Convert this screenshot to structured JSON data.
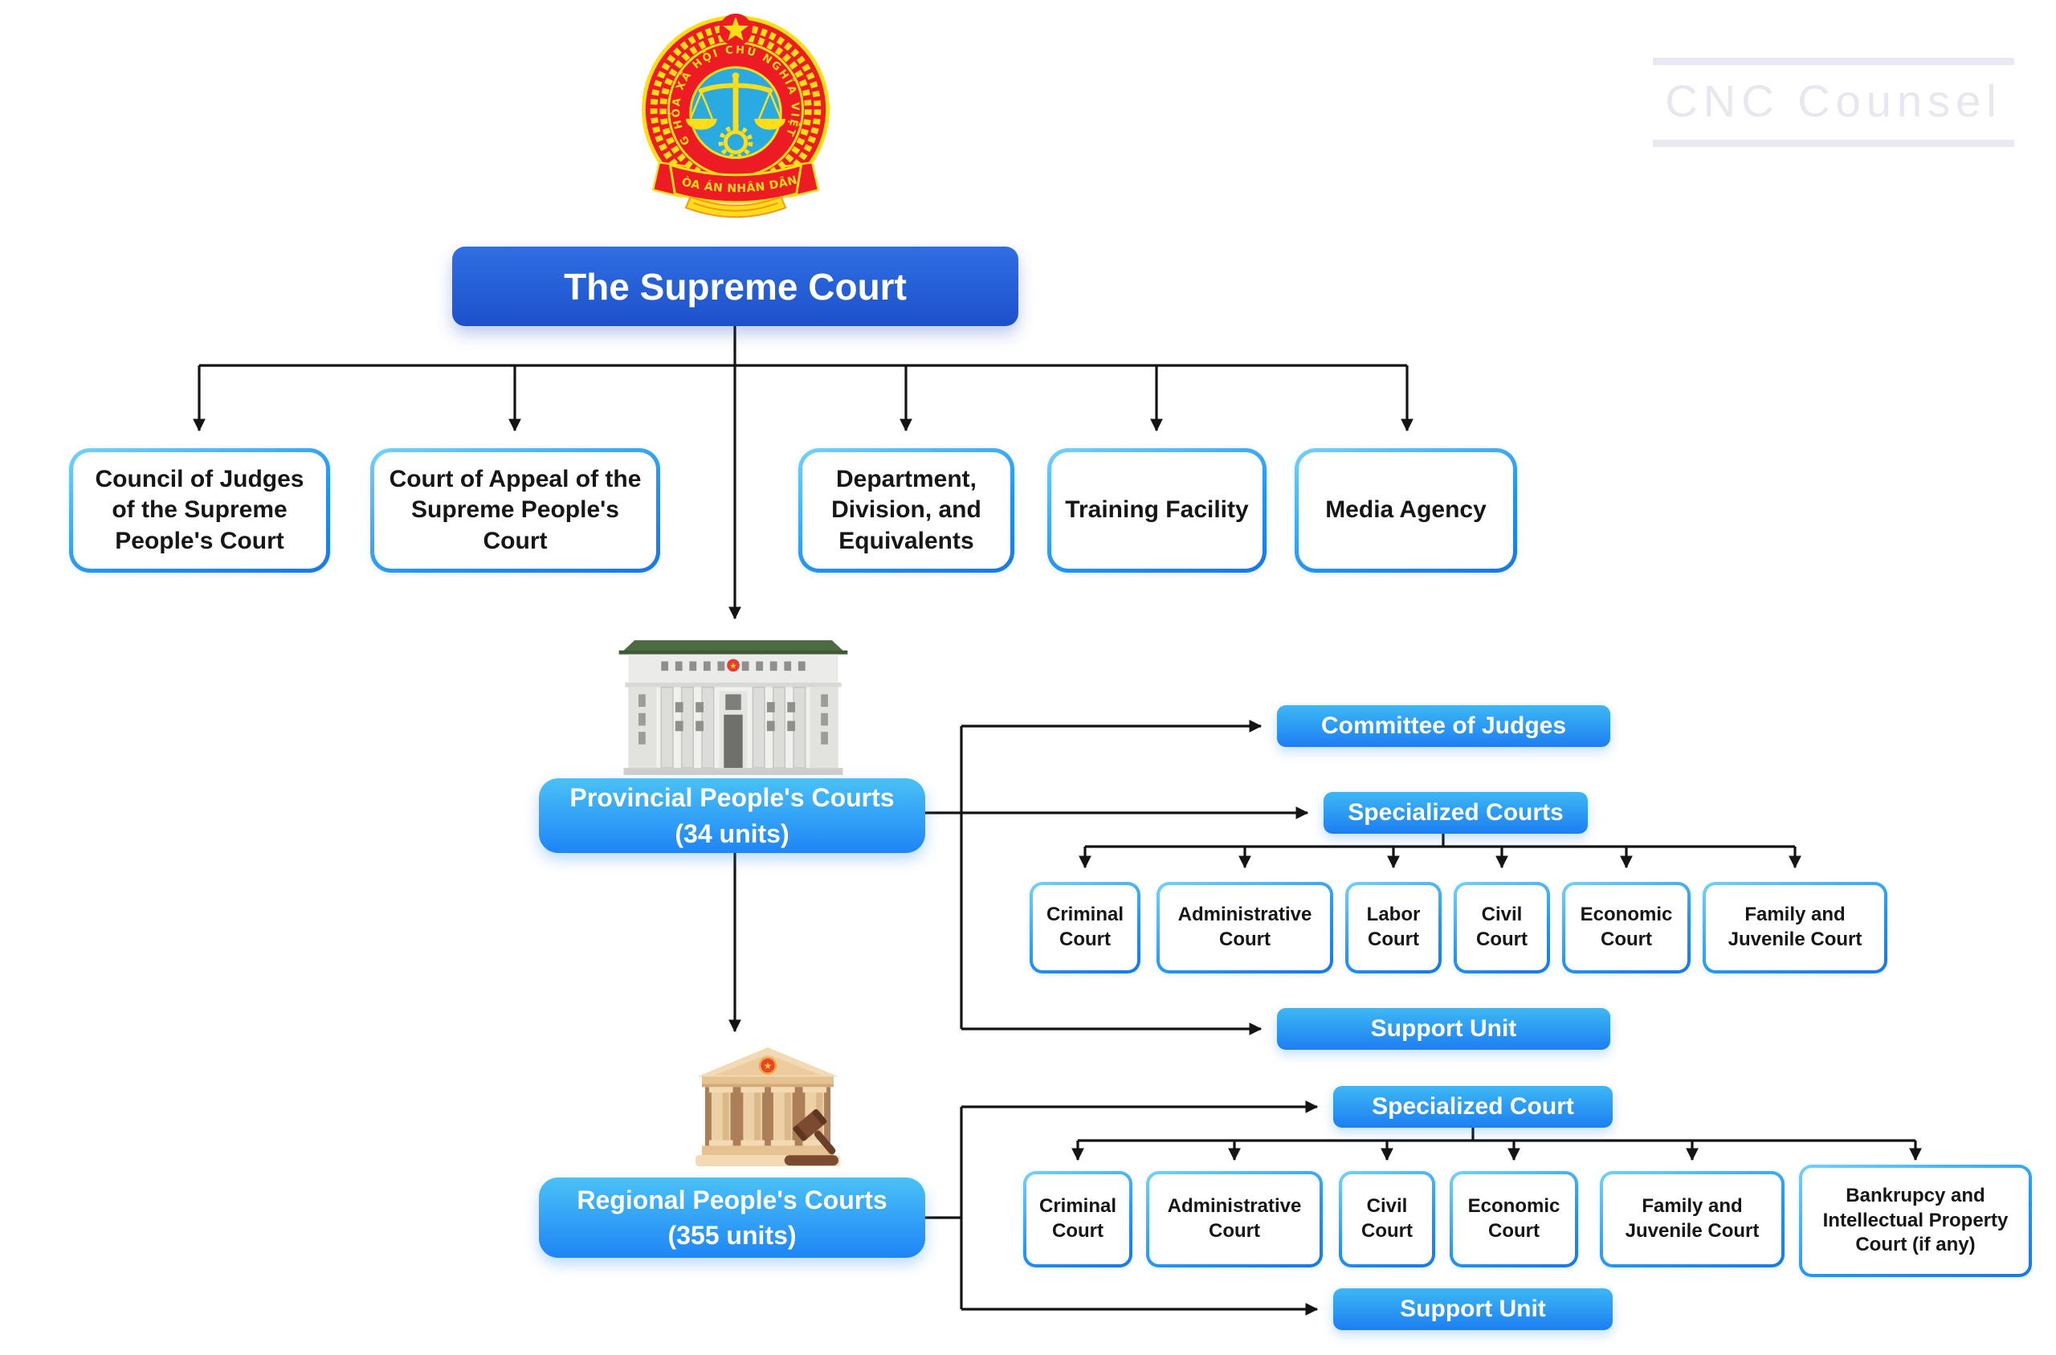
{
  "watermark": {
    "text": "CNC Counsel",
    "color": "#e7e7ef"
  },
  "emblem": {
    "circular_text": "CỘNG HÒA XÃ HỘI CHỦ NGHĨA VIỆT NAM",
    "banner_text": "TÒA ÁN NHÂN DÂN",
    "colors": {
      "red": "#ED1C24",
      "yellow": "#FFDE17",
      "blue": "#29ABE2"
    }
  },
  "nodes": {
    "supreme": {
      "label": "The Supreme Court"
    },
    "supreme_units": [
      "Council of Judges of the Supreme People's Court",
      "Court of Appeal of the Supreme People's Court",
      "Department, Division, and Equivalents",
      "Training Facility",
      "Media Agency"
    ],
    "provincial": {
      "label": "Provincial People's Courts",
      "units": "(34 units)"
    },
    "provincial_children": {
      "committee": "Committee of Judges",
      "specialized": "Specialized Courts",
      "support": "Support Unit"
    },
    "provincial_courts": [
      "Criminal Court",
      "Administrative Court",
      "Labor Court",
      "Civil Court",
      "Economic Court",
      "Family and Juvenile Court"
    ],
    "regional": {
      "label": "Regional People's Courts",
      "units": "(355 units)"
    },
    "regional_children": {
      "specialized": "Specialized Court",
      "support": "Support Unit"
    },
    "regional_courts": [
      "Criminal Court",
      "Administrative Court",
      "Civil Court",
      "Economic Court",
      "Family and Juvenile Court",
      "Bankrupcy and Intellectual Property Court (if any)"
    ]
  },
  "colors": {
    "royal_blue_top": "#2f6fe4",
    "royal_blue_bottom": "#1d50ca",
    "cyan_top": "#4ac1f6",
    "blue_bottom": "#1e85f6",
    "outline_cyan": "#74d2fa",
    "outline_blue": "#1976e8",
    "connector_line": "#141414",
    "text": "#161616"
  }
}
